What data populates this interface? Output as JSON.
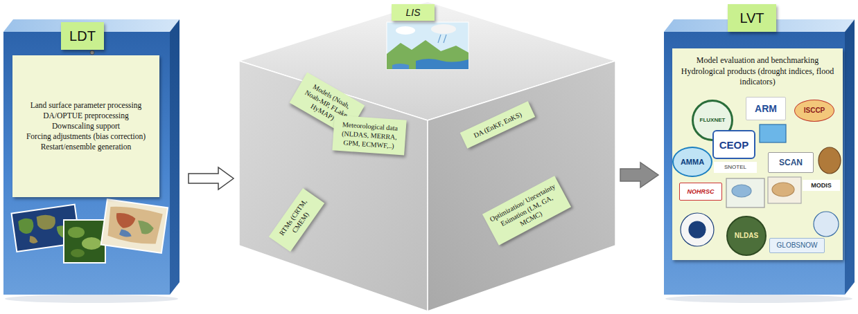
{
  "diagram": {
    "nodes": [
      {
        "text": [
          "LDT"
        ]
      },
      {
        "text": [
          "Land surface parameter processing",
          "DA/OPTUE preprocessing",
          "Downscaling support",
          "Forcing adjustments (bias correction)",
          "Restart/ensemble generation"
        ],
        "in": 0
      },
      {
        "text": [
          "LIS"
        ]
      },
      {
        "text": [
          "Models (Noah, Noah-MP, FLake, HyMAP)"
        ],
        "in": 2
      },
      {
        "text": [
          "Meteorological data (NLDAS, MERRA, GPM, ECMWF,..)"
        ],
        "in": 2
      },
      {
        "text": [
          "RTMs (CRTM, CMEM)"
        ],
        "in": 2
      },
      {
        "text": [
          "DA (EnKF, EnKS)"
        ],
        "in": 2
      },
      {
        "text": [
          "Optimization/ Uncertainty Esimation (LM, GA, MCMC)"
        ],
        "in": 2
      },
      {
        "text": [
          "LVT"
        ]
      },
      {
        "text": [
          "Model evaluation and benchmarking",
          "Hydrological products (drought indices, flood indicators)"
        ],
        "in": 8
      }
    ],
    "edges": [
      {
        "from": 0,
        "to": 2,
        "arrow": "to"
      },
      {
        "from": 2,
        "to": 8,
        "arrow": "to"
      }
    ],
    "labels": [
      "FLUXNET",
      "ARM",
      "ISCCP",
      "AMMA",
      "CEOP",
      "SNOTEL",
      "SCAN",
      "MODIS",
      "NOHRSC",
      "NLDAS",
      "GLOBSNOW"
    ]
  }
}
